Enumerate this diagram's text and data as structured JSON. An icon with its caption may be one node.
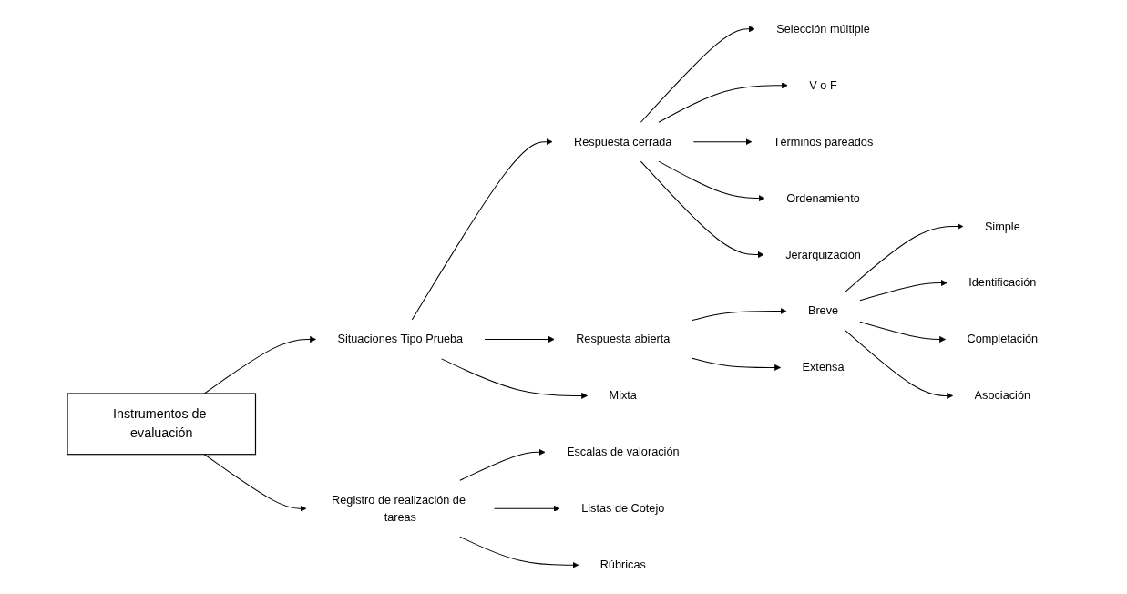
{
  "diagram": {
    "nodes": [
      {
        "text": [
          "Instrumentos de evaluación"
        ]
      },
      {
        "text": [
          "Situaciones Tipo Prueba"
        ]
      },
      {
        "text": [
          "Registro de realización de tareas"
        ]
      },
      {
        "text": [
          "Respuesta cerrada"
        ]
      },
      {
        "text": [
          "Respuesta abierta"
        ]
      },
      {
        "text": [
          "Mixta"
        ]
      },
      {
        "text": [
          "Selección múltiple"
        ]
      },
      {
        "text": [
          "V o F"
        ]
      },
      {
        "text": [
          "Términos pareados"
        ]
      },
      {
        "text": [
          "Ordenamiento"
        ]
      },
      {
        "text": [
          "Jerarquización"
        ]
      },
      {
        "text": [
          "Breve"
        ]
      },
      {
        "text": [
          "Extensa"
        ]
      },
      {
        "text": [
          "Simple"
        ]
      },
      {
        "text": [
          "Identificación"
        ]
      },
      {
        "text": [
          "Completación"
        ]
      },
      {
        "text": [
          "Asociación"
        ]
      },
      {
        "text": [
          "Escalas de valoración"
        ]
      },
      {
        "text": [
          "Listas de Cotejo"
        ]
      },
      {
        "text": [
          "Rúbricas"
        ]
      }
    ],
    "edges": [
      {
        "from": 0,
        "to": 1,
        "arrow": "to"
      },
      {
        "from": 0,
        "to": 2,
        "arrow": "to"
      },
      {
        "from": 1,
        "to": 3,
        "arrow": "to"
      },
      {
        "from": 1,
        "to": 4,
        "arrow": "to"
      },
      {
        "from": 1,
        "to": 5,
        "arrow": "to"
      },
      {
        "from": 3,
        "to": 6,
        "arrow": "to"
      },
      {
        "from": 3,
        "to": 7,
        "arrow": "to"
      },
      {
        "from": 3,
        "to": 8,
        "arrow": "to"
      },
      {
        "from": 3,
        "to": 9,
        "arrow": "to"
      },
      {
        "from": 3,
        "to": 10,
        "arrow": "to"
      },
      {
        "from": 4,
        "to": 11,
        "arrow": "to"
      },
      {
        "from": 4,
        "to": 12,
        "arrow": "to"
      },
      {
        "from": 11,
        "to": 13,
        "arrow": "to"
      },
      {
        "from": 11,
        "to": 14,
        "arrow": "to"
      },
      {
        "from": 11,
        "to": 15,
        "arrow": "to"
      },
      {
        "from": 11,
        "to": 16,
        "arrow": "to"
      },
      {
        "from": 2,
        "to": 17,
        "arrow": "to"
      },
      {
        "from": 2,
        "to": 18,
        "arrow": "to"
      },
      {
        "from": 2,
        "to": 19,
        "arrow": "to"
      }
    ]
  }
}
